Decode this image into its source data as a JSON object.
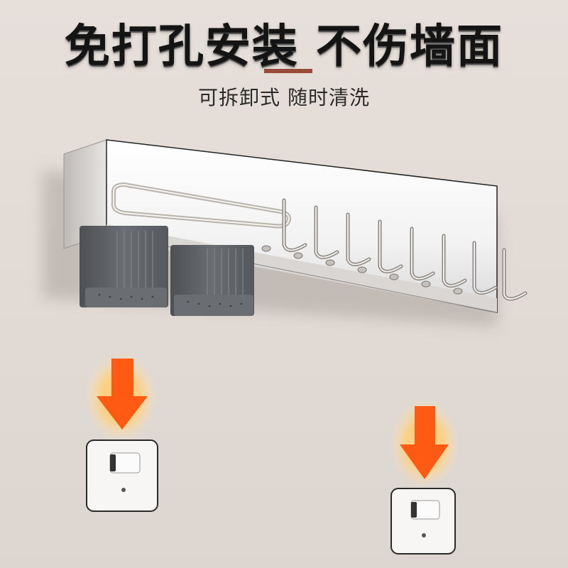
{
  "headline": "免打孔安装 不伤墙面",
  "subline": "可拆卸式 随时清洗",
  "colors": {
    "background": "#e4ddd7",
    "headline_text": "#141414",
    "divider": "#9a4a38",
    "arrow": "#ff5a14",
    "arrow_glow": "#ffd27a",
    "rack_steel": "#f4f4f4",
    "cup_gray": "#5c5f63"
  },
  "product": {
    "hooks_count": 8,
    "cups_count": 2,
    "adhesive_plates_count": 2,
    "arrows_count": 2
  }
}
